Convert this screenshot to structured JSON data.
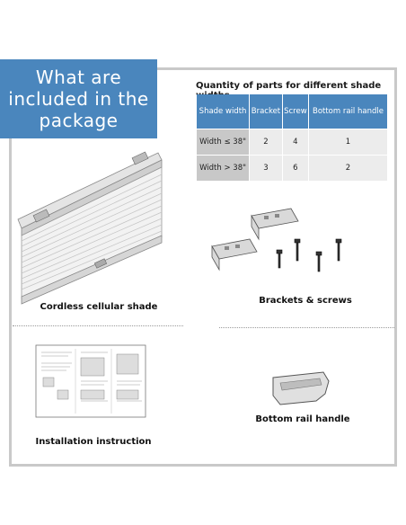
{
  "banner": {
    "title": "What are included in the package"
  },
  "parts_table": {
    "title": "Quantity of parts for different shade widths",
    "headers": [
      "Shade width",
      "Bracket",
      "Screw",
      "Bottom rail handle"
    ],
    "rows": [
      [
        "Width ≤ 38\"",
        "2",
        "4",
        "1"
      ],
      [
        "Width > 38\"",
        "3",
        "6",
        "2"
      ]
    ]
  },
  "items": {
    "shade": "Cordless cellular shade",
    "brackets": "Brackets & screws",
    "instruction": "Installation instruction",
    "handle": "Bottom rail handle"
  },
  "colors": {
    "accent": "#4a86bd",
    "frame": "#c9c9c9"
  },
  "icons": [
    "shade-illustration",
    "bracket-icon",
    "screw-icon",
    "manual-illustration",
    "handle-icon"
  ]
}
